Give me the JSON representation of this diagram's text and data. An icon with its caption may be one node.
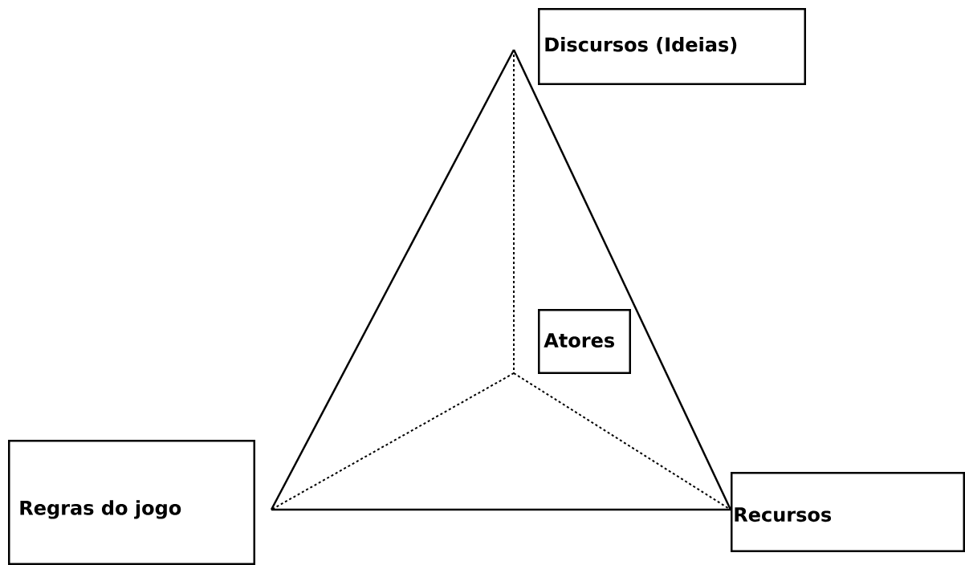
{
  "diagram": {
    "nodes": [
      {
        "text": [
          "Discursos (Ideias)"
        ]
      },
      {
        "text": [
          "Atores"
        ]
      },
      {
        "text": [
          "Regras do jogo"
        ]
      },
      {
        "text": [
          "Recursos"
        ]
      }
    ],
    "edges": [
      {
        "from": 0,
        "to": 2,
        "arrow": "none"
      },
      {
        "from": 0,
        "to": 3,
        "arrow": "none"
      },
      {
        "from": 2,
        "to": 3,
        "arrow": "none"
      },
      {
        "from": 0,
        "to": 1,
        "arrow": "none",
        "style": "dashed"
      },
      {
        "from": 1,
        "to": 2,
        "arrow": "none",
        "style": "dashed"
      },
      {
        "from": 1,
        "to": 3,
        "arrow": "none",
        "style": "dashed"
      }
    ]
  }
}
